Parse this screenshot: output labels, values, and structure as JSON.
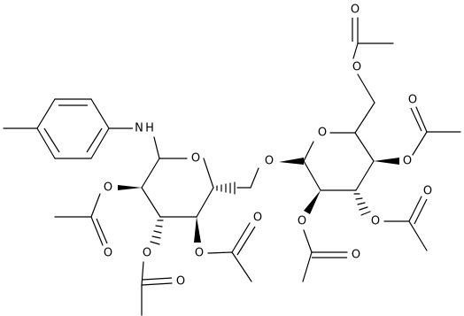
{
  "atoms": {
    "amine_n": "N",
    "amine_h": "H",
    "ring1_oxygen": "O",
    "glycosidic_oxygen": "O",
    "ring2_oxygen": "O",
    "acetate_oxygens": [
      "O",
      "O",
      "O",
      "O",
      "O",
      "O",
      "O"
    ],
    "carbonyl_oxygens": [
      "O",
      "O",
      "O",
      "O",
      "O",
      "O",
      "O"
    ]
  }
}
